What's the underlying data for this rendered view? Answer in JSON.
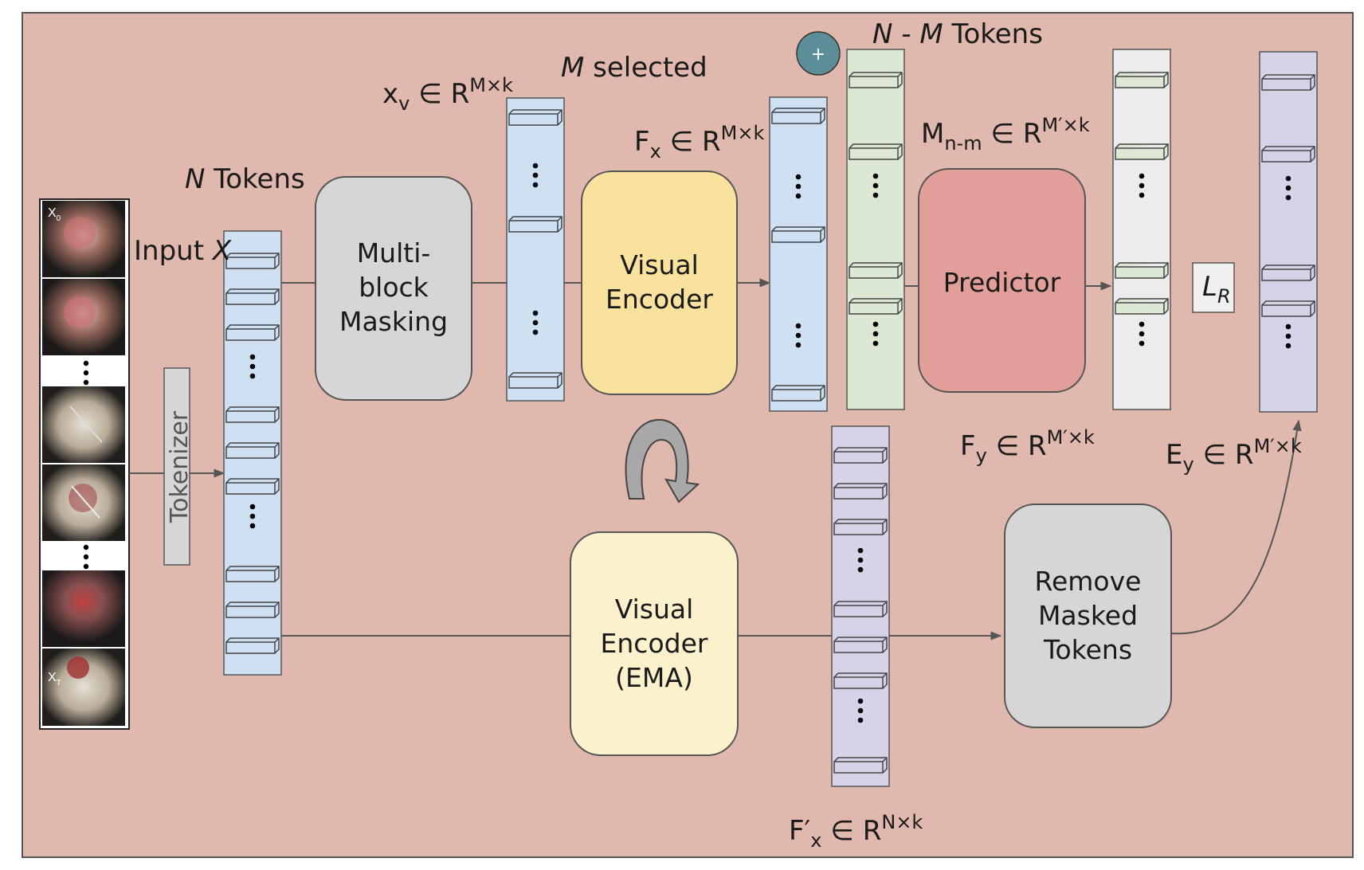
{
  "frames": {
    "first_label": "X",
    "first_sub": "0",
    "last_label": "X",
    "last_sub": "T"
  },
  "labels": {
    "input_prefix": "Input",
    "input_var": "X",
    "n_tokens_var": "N",
    "n_tokens_word": "Tokens",
    "m_selected_var": "M",
    "m_selected_word": "selected",
    "nm_tokens_var": "N - M",
    "nm_tokens_word": "Tokens",
    "xv_base": "x",
    "xv_sub": "v",
    "xv_elem": "∈ R",
    "xv_sup": "M×k",
    "fx_base": "F",
    "fx_sub": "x",
    "fx_elem": "∈ R",
    "fx_sup": "M×k",
    "mnm_base": "M",
    "mnm_sub": "n-m",
    "mnm_elem": "∈ R",
    "mnm_sup": "M′×k",
    "fy_base": "F",
    "fy_sub": "y",
    "fy_elem": "∈ R",
    "fy_sup": "M′×k",
    "ey_base": "E",
    "ey_sub": "y",
    "ey_elem": "∈ R",
    "ey_sup": "M′×k",
    "fpx_base": "F′",
    "fpx_sub": "x",
    "fpx_elem": "∈ R",
    "fpx_sup": "N×k",
    "loss_base": "L",
    "loss_sub": "R",
    "plus": "+"
  },
  "boxes": {
    "tokenizer": "Tokenizer",
    "masking": [
      "Multi-",
      "block",
      "Masking"
    ],
    "visual_encoder": [
      "Visual",
      "Encoder"
    ],
    "visual_encoder_ema": [
      "Visual",
      "Encoder",
      "(EMA)"
    ],
    "predictor": "Predictor",
    "remove_masked": [
      "Remove",
      "Masked",
      "Tokens"
    ]
  },
  "colors": {
    "background": "#e0b8ae",
    "token_blue": "#cfe0f3",
    "token_green": "#dce8d3",
    "token_gray": "#ececec",
    "token_purple": "#d6d3e8",
    "box_gray": "#d6d6d6",
    "visual_encoder": "#f9e19e",
    "visual_encoder_ema": "#fbf1cd",
    "predictor": "#e29e99",
    "plus_circle": "#5b8e96"
  }
}
